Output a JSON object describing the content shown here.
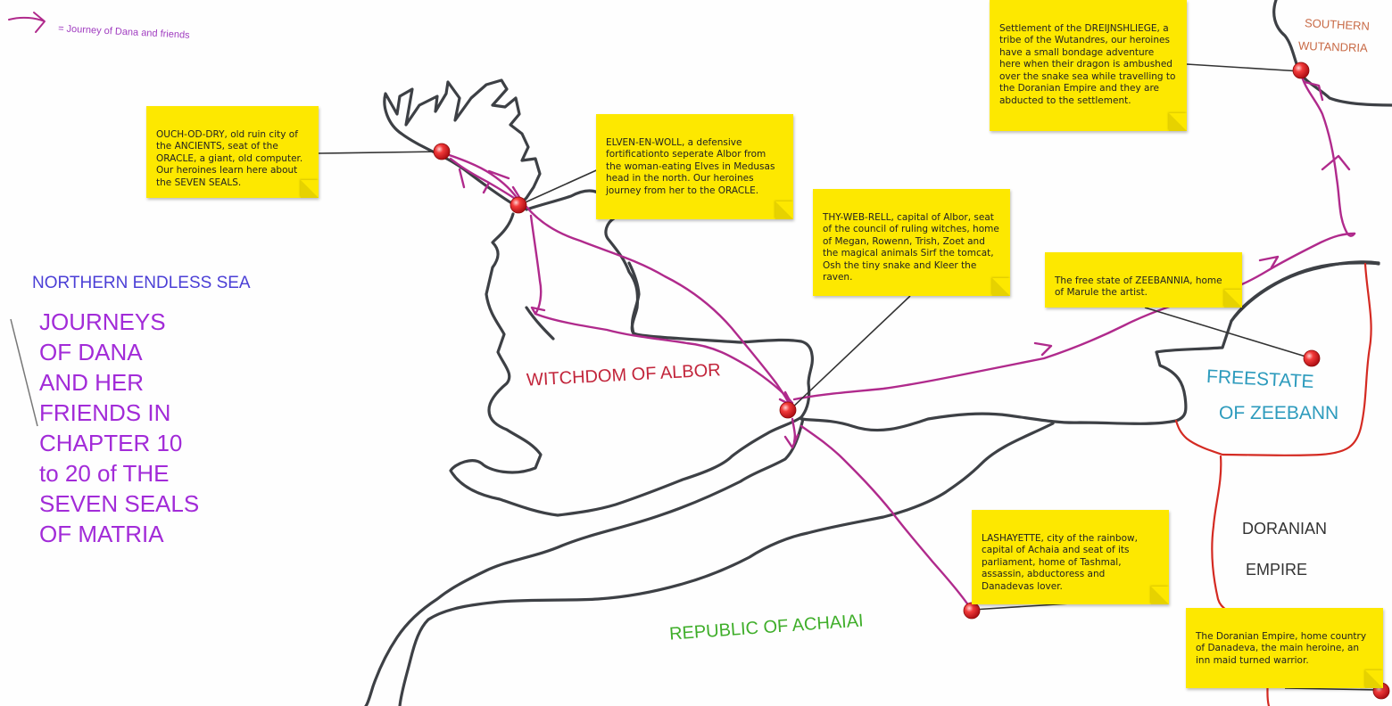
{
  "legend": {
    "text": "= Journey of Dana and friends"
  },
  "title": "JOURNEYS\nOF DANA\nAND HER\nFRIENDS IN\nCHAPTER 10\nto 20 of THE\nSEVEN SEALS\nOF MATRIA",
  "sea_label": "NORTHERN ENDLESS SEA",
  "regions": {
    "albor": "WITCHDOM OF ALBOR",
    "achaia": "REPUBLIC OF ACHAIAI",
    "zeebann_line1": "FREESTATE",
    "zeebann_line2": "OF ZEEBANN",
    "doranian_line1": "DORANIAN",
    "doranian_line2": "EMPIRE",
    "wutandria_line1": "SOUTHERN",
    "wutandria_line2": "WUTANDRIA"
  },
  "notes": {
    "ouch": "OUCH-OD-DRY, old ruin city of the ANCIENTS, seat of the ORACLE, a giant, old computer. Our heroines learn here about the SEVEN SEALS.",
    "elven": "ELVEN-EN-WOLL, a defensive fortificationto seperate Albor from the woman-eating Elves in Medusas head in the north. Our heroines journey from her to the ORACLE.",
    "thy": "THY-WEB-RELL, capital of Albor, seat of the council of ruling witches, home of Megan, Rowenn, Trish, Zoet and the magical animals Sirf the tomcat, Osh the tiny snake and Kleer the raven.",
    "zeeb": "The free state of ZEEBANNIA, home of Marule the artist.",
    "settle": "Settlement of the DREIJNSHLIEGE, a tribe of the Wutandres, our heroines have a small bondage adventure here when their dragon is ambushed over the snake sea while travelling to the Doranian Empire and they are abducted to the settlement.",
    "lasha": "LASHAYETTE, city of the rainbow, capital of Achaia and seat of its parliament, home of Tashmal, assassin, abductoress and Danadevas lover.",
    "doran": "The Doranian Empire, home country of Danadeva, the main heroine, an inn maid turned warrior."
  },
  "colors": {
    "route": "#b02a8c",
    "coast": "#3d4045",
    "border_red": "#d42a22",
    "note_bg": "#fde800",
    "pin": "#e8141c"
  }
}
